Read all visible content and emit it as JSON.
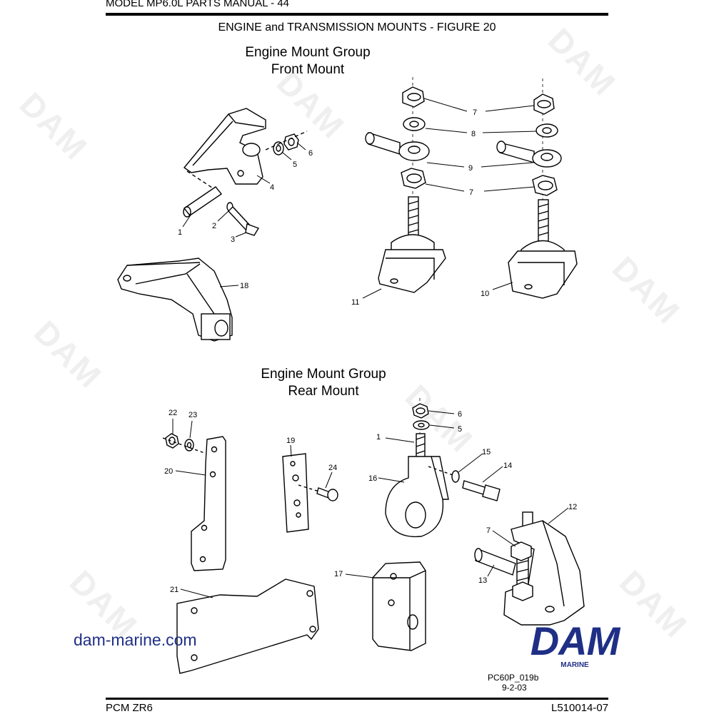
{
  "header": {
    "manual_title": "MODEL MP6.0L PARTS MANUAL - 44",
    "figure_title": "ENGINE and TRANSMISSION MOUNTS - FIGURE 20"
  },
  "front_group": {
    "title_line1": "Engine Mount Group",
    "title_line2": "Front Mount",
    "callouts": {
      "c1": "1",
      "c2": "2",
      "c3": "3",
      "c4": "4",
      "c5": "5",
      "c6": "6",
      "c7a": "7",
      "c7b": "7",
      "c8": "8",
      "c9": "9",
      "c10": "10",
      "c11": "11",
      "c18": "18"
    }
  },
  "rear_group": {
    "title_line1": "Engine Mount Group",
    "title_line2": "Rear Mount",
    "callouts": {
      "c22": "22",
      "c23": "23",
      "c20": "20",
      "c19": "19",
      "c24": "24",
      "c6": "6",
      "c5": "5",
      "c1": "1",
      "c16": "16",
      "c15": "15",
      "c14": "14",
      "c12": "12",
      "c7": "7",
      "c13": "13",
      "c17": "17",
      "c21": "21"
    }
  },
  "brand": {
    "website": "dam-marine.com",
    "logo_text": "DAM",
    "logo_subtext": "MARINE",
    "watermark_text": "DAM",
    "color": "#1f2f86"
  },
  "drawing_ref": {
    "code": "PC60P_019b",
    "date": "9-2-03"
  },
  "footer": {
    "left": "PCM ZR6",
    "right": "L510014-07"
  }
}
